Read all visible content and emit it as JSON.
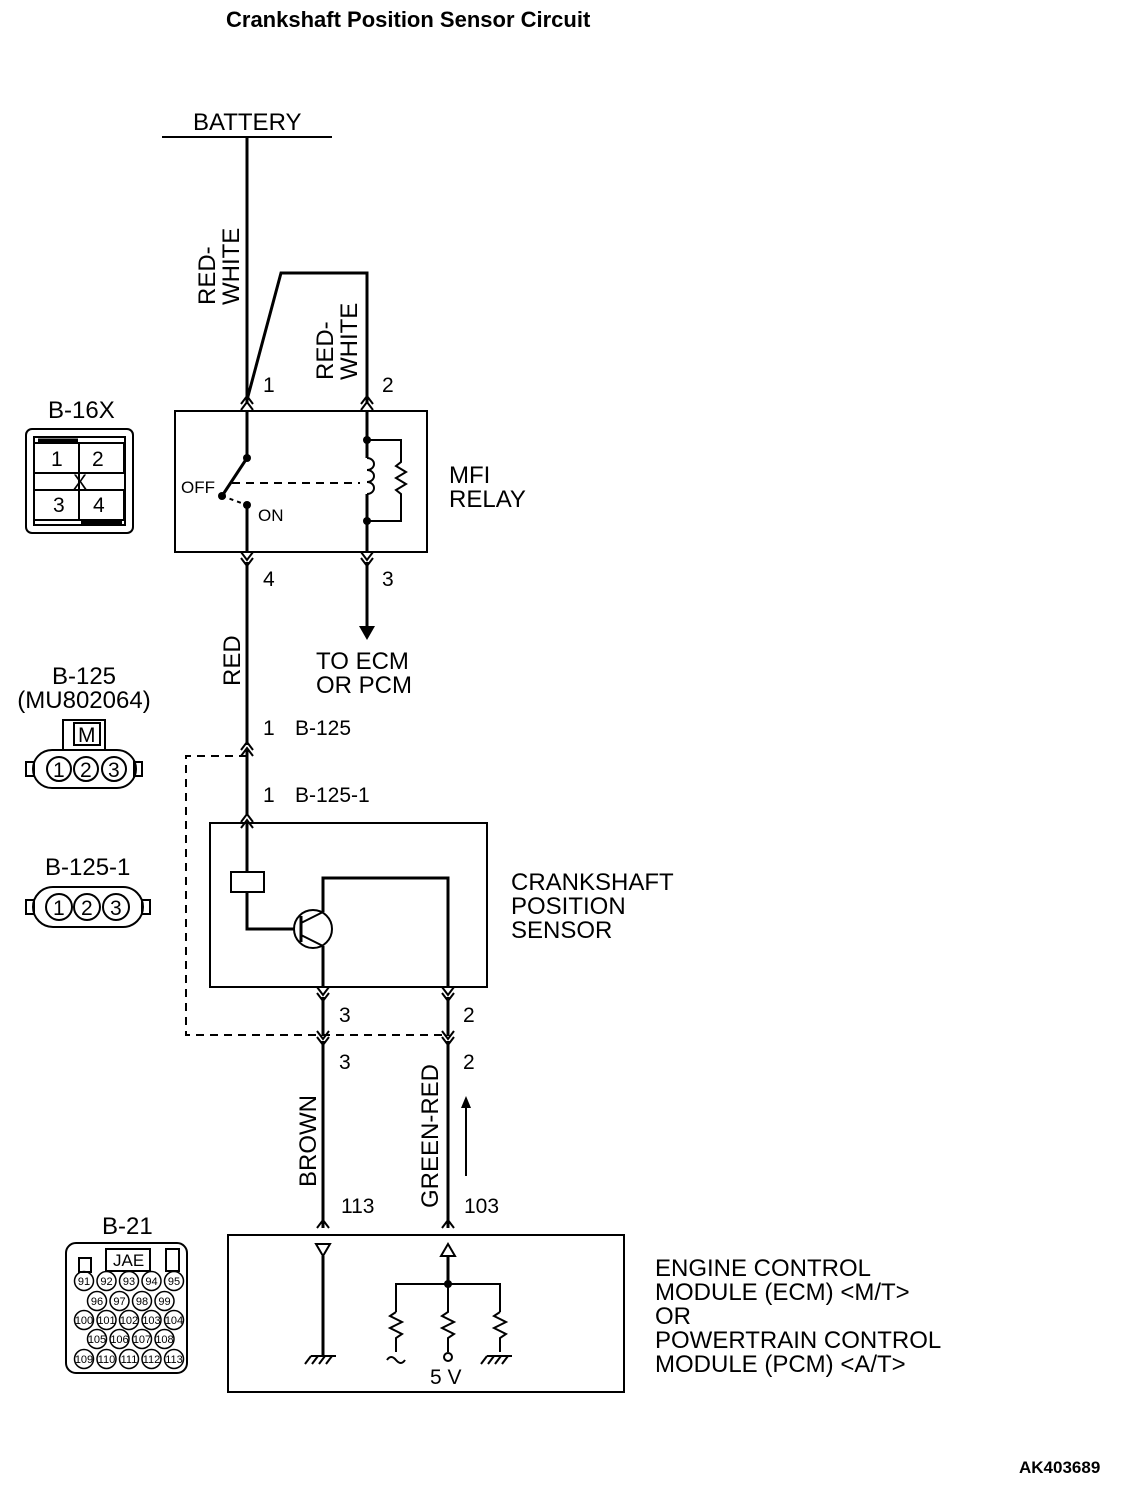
{
  "title": "Crankshaft Position Sensor Circuit",
  "reference_code": "AK403689",
  "power_source": {
    "label": "BATTERY"
  },
  "wires": {
    "battery_to_relay_1": "RED-\nWHITE",
    "battery_to_relay_2": "RED-\nWHITE",
    "relay_to_sensor": "RED",
    "sensor_ground": "BROWN",
    "sensor_signal": "GREEN-RED"
  },
  "relay": {
    "name": "MFI\nRELAY",
    "pins": [
      "1",
      "2",
      "4",
      "3"
    ],
    "switch_off": "OFF",
    "switch_on": "ON",
    "output_note": "TO ECM\nOR PCM"
  },
  "connectors": {
    "b125": {
      "pin": "1",
      "name": "B-125"
    },
    "b125_1": {
      "pin": "1",
      "name": "B-125-1"
    },
    "sensor_pins_upper": [
      "3",
      "2"
    ],
    "sensor_pins_lower": [
      "3",
      "2"
    ],
    "ecm_pins": [
      "113",
      "103"
    ]
  },
  "sensor": {
    "name": "CRANKSHAFT\nPOSITION\nSENSOR"
  },
  "ecm": {
    "name": "ENGINE CONTROL\nMODULE (ECM) <M/T>\nOR\nPOWERTRAIN CONTROL\nMODULE (PCM) <A/T>",
    "supply": "5 V"
  },
  "connector_views": {
    "b16x": {
      "title": "B-16X",
      "cells": [
        "1",
        "2",
        "3",
        "4"
      ],
      "mark": "X"
    },
    "b125": {
      "title": "B-125\n(MU802064)",
      "key": "M",
      "pins": [
        "1",
        "2",
        "3"
      ]
    },
    "b125_1": {
      "title": "B-125-1",
      "pins": [
        "1",
        "2",
        "3"
      ]
    },
    "b21": {
      "title": "B-21",
      "maker": "JAE",
      "rows": [
        [
          "91",
          "92",
          "93",
          "94",
          "95"
        ],
        [
          "96",
          "97",
          "98",
          "99"
        ],
        [
          "100",
          "101",
          "102",
          "103",
          "104"
        ],
        [
          "105",
          "106",
          "107",
          "108"
        ],
        [
          "109",
          "110",
          "111",
          "112",
          "113"
        ]
      ]
    }
  }
}
